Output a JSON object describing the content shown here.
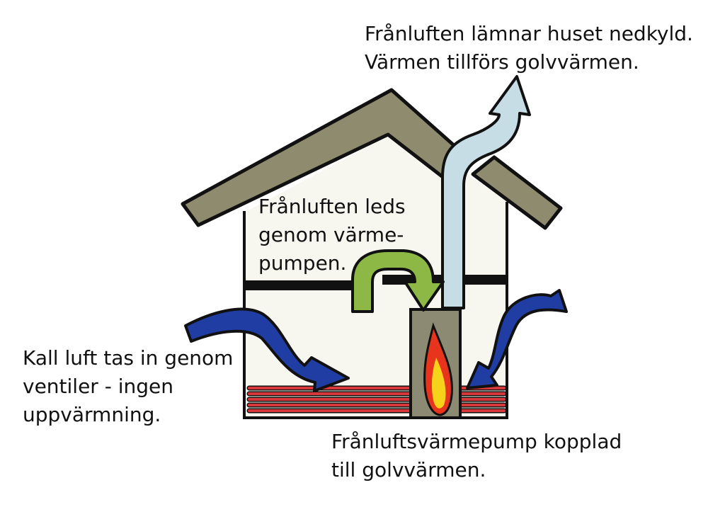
{
  "labels": {
    "exhaust_exit": [
      "Frånluften lämnar huset nedkyld.",
      "Värmen tillförs golvvärmen."
    ],
    "heat_pump_path": [
      "Frånluften leds",
      "genom värme-",
      "pumpen."
    ],
    "cold_air_intake": [
      "Kall luft tas in genom",
      "ventiler - ingen",
      "uppvärmning."
    ],
    "heat_pump_unit": [
      "Frånluftsvärmepump kopplad",
      "till golvvärmen."
    ]
  },
  "colors": {
    "roof": "#8e8b6f",
    "outline": "#111111",
    "wall_fill": "#f7f6ef",
    "cold_arrow": "#1f3da3",
    "exhaust_arrow": "#c7dde6",
    "recirc_arrow": "#8db846",
    "floor_heating": "#d9383a",
    "heat_pump": "#8c8a72",
    "flame_outer": "#e8341c",
    "flame_inner": "#f7d21a"
  }
}
